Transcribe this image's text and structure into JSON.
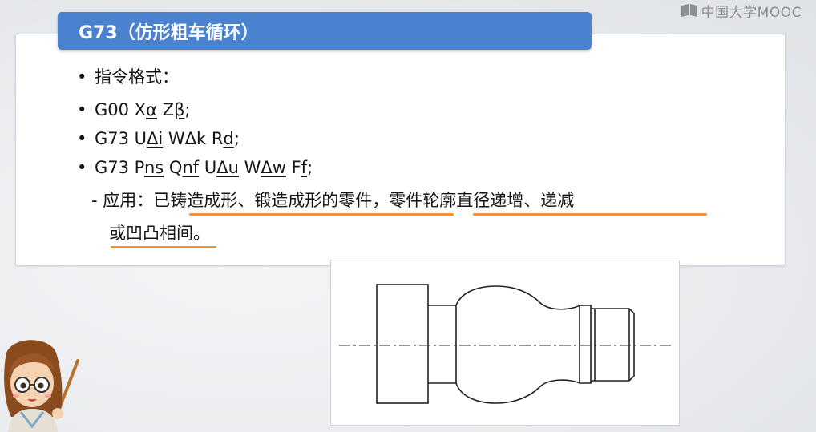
{
  "watermark": {
    "text": "中国大学MOOC",
    "icon": "mooc-book-icon"
  },
  "slide": {
    "title": "G73（仿形粗车循环）",
    "heading_bullet": "指令格式：",
    "line1": {
      "prefix": "G00 X",
      "a": "α",
      "mid": " Z",
      "b": "β",
      "suffix": ";"
    },
    "line2": {
      "prefix": "G73 U",
      "a": "Δi",
      "mid1": " WΔk R",
      "b": "d",
      "suffix": ";"
    },
    "line3": {
      "prefix": "G73 P",
      "a": "ns",
      "mid1": " Q",
      "b": "nf",
      "mid2": " U",
      "c": "Δu",
      "mid3": " W",
      "d": "Δw",
      "mid4": " F",
      "e": "f",
      "suffix": ";"
    },
    "note_line1": "- 应用：已铸造成形、锻造成形的零件，零件轮廓直径递增、递减",
    "note_line2": "或凹凸相间。"
  },
  "colors": {
    "title_bar": "#4a82cf",
    "underline": "#f2913a"
  }
}
